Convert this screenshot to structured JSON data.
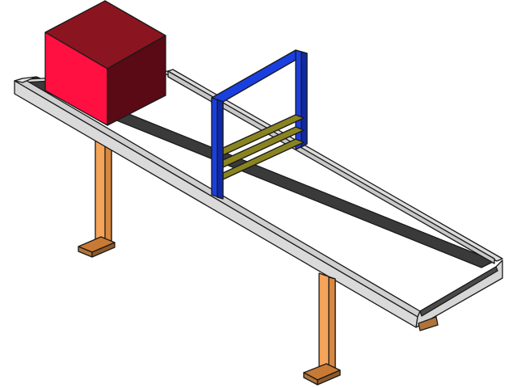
{
  "scene": {
    "background": "#ffffff",
    "objects": [
      {
        "name": "cube-box",
        "kind": "box",
        "color_front": "#ff1040",
        "color_top": "#8a1520",
        "color_side": "#5a0a14"
      },
      {
        "name": "conveyor-belt",
        "kind": "belt",
        "belt_color": "#3a3a3a",
        "rail_color": "#dcdcdc",
        "rail_side_color": "#c8c8c8"
      },
      {
        "name": "sensor-gate-frame",
        "kind": "frame",
        "color": "#1a3fe0",
        "color_dark": "#0f2aa8"
      },
      {
        "name": "gate-sensor-bars",
        "kind": "bars",
        "count": 3,
        "color": "#8a8420",
        "color_dark": "#5f5a10"
      },
      {
        "name": "support-legs",
        "kind": "legs",
        "count": 2,
        "color": "#f5a55a",
        "color_dark": "#c87a35",
        "foot_color": "#b0743a"
      }
    ]
  }
}
